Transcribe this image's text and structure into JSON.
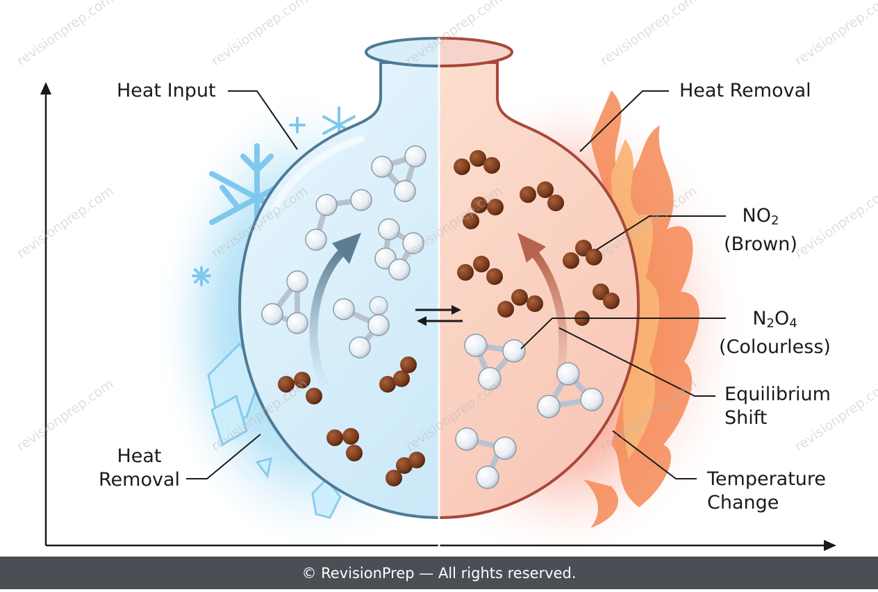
{
  "labels": {
    "heat_input": "Heat Input",
    "heat_removal_right": "Heat Removal",
    "heat_removal_left_line1": "Heat",
    "heat_removal_left_line2": "Removal",
    "no2_main": "NO",
    "no2_sub": "2",
    "no2_note": "(Brown)",
    "n2o4_n": "N",
    "n2o4_sub1": "2",
    "n2o4_o": "O",
    "n2o4_sub2": "4",
    "n2o4_note": "(Colourless)",
    "equilibrium_line1": "Equilibrium",
    "equilibrium_line2": "Shift",
    "temperature_line1": "Temperature",
    "temperature_line2": "Change",
    "equilibrium_symbol": "⇌"
  },
  "watermark": "revisionprep.com",
  "footer": "© RevisionPrep — All rights reserved.",
  "colors": {
    "cold": "#8fd0ef",
    "hot": "#f58a78",
    "no2_molecule": "#7a3a1c",
    "n2o4_molecule": "#eef3f8",
    "footer_bg": "#4a4e55"
  },
  "icons": [
    "snowflake-icon",
    "ice-crystal-icon",
    "flame-icon",
    "up-arrow-icon",
    "right-arrow-icon",
    "flask-icon"
  ]
}
